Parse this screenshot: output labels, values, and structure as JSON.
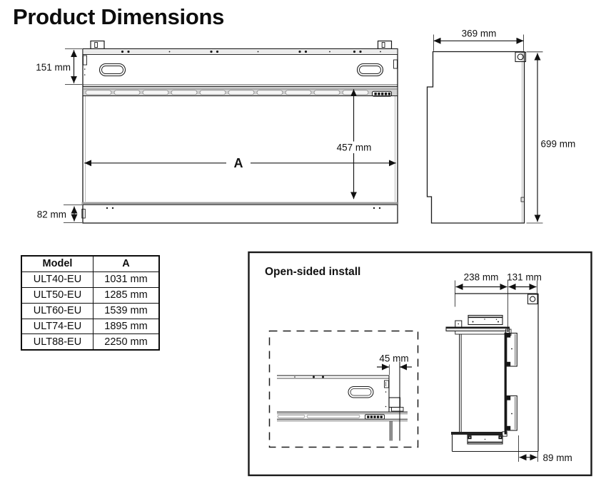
{
  "page": {
    "title": "Product Dimensions"
  },
  "front_view": {
    "dim_top_section": "151 mm",
    "dim_opening_height": "457 mm",
    "dim_width": "A",
    "dim_bottom_section": "82 mm"
  },
  "side_view": {
    "dim_depth": "369 mm",
    "dim_height": "699 mm"
  },
  "dim_table": {
    "headers": [
      "Model",
      "A"
    ],
    "rows": [
      {
        "model": "ULT40-EU",
        "a": "1031 mm"
      },
      {
        "model": "ULT50-EU",
        "a": "1285 mm"
      },
      {
        "model": "ULT60-EU",
        "a": "1539 mm"
      },
      {
        "model": "ULT74-EU",
        "a": "1895 mm"
      },
      {
        "model": "ULT88-EU",
        "a": "2250 mm"
      }
    ]
  },
  "open_sided_install": {
    "title": "Open-sided install",
    "dim_glass_gap": "45 mm",
    "dim_front_depth": "238 mm",
    "dim_rear_depth": "131 mm",
    "dim_rear_gap": "89 mm"
  },
  "colors": {
    "line": "#1a1a1a",
    "grille_gray": "#d2d2d2",
    "trim_gray": "#9c9c9c"
  }
}
